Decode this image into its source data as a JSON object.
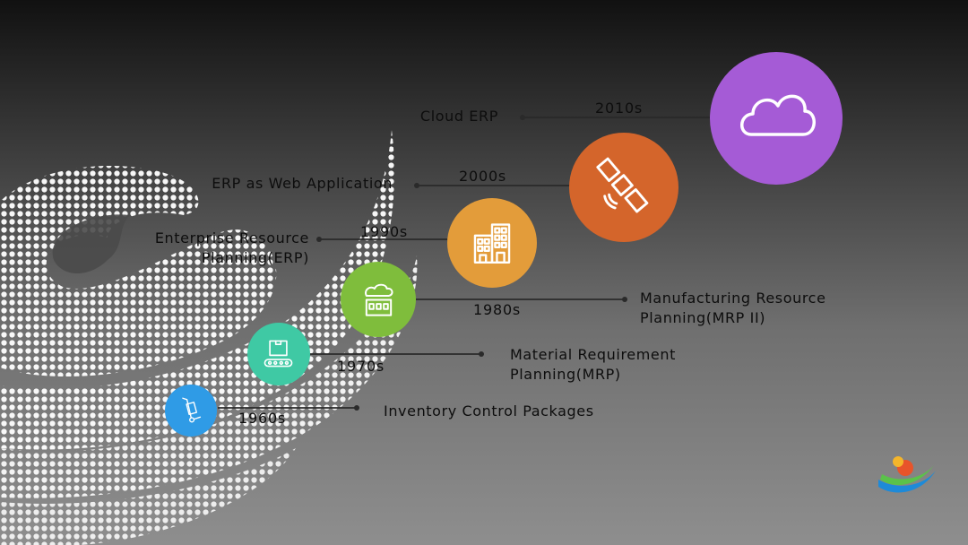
{
  "timeline": [
    {
      "year": "1960s",
      "label_lines": [
        "Inventory Control Packages"
      ],
      "color": "#2f9be6",
      "icon": "hand-truck-icon"
    },
    {
      "year": "1970s",
      "label_lines": [
        "Material Requirement",
        "Planning(MRP)"
      ],
      "color": "#3fc9a4",
      "icon": "conveyor-box-icon"
    },
    {
      "year": "1980s",
      "label_lines": [
        "Manufacturing Resource",
        "Planning(MRP II)"
      ],
      "color": "#7fbd3c",
      "icon": "factory-icon"
    },
    {
      "year": "1990s",
      "label_lines": [
        "Enterprise Resource",
        "Planning(ERP)"
      ],
      "color": "#e39c3a",
      "icon": "buildings-icon"
    },
    {
      "year": "2000s",
      "label_lines": [
        "ERP as Web Application"
      ],
      "color": "#d4652b",
      "icon": "satellite-icon"
    },
    {
      "year": "2010s",
      "label_lines": [
        "Cloud ERP"
      ],
      "color": "#a55bd6",
      "icon": "cloud-icon"
    }
  ],
  "colors": {
    "line": "#2a2a2a",
    "icon_stroke": "#ffffff",
    "dots": "#ffffff"
  }
}
